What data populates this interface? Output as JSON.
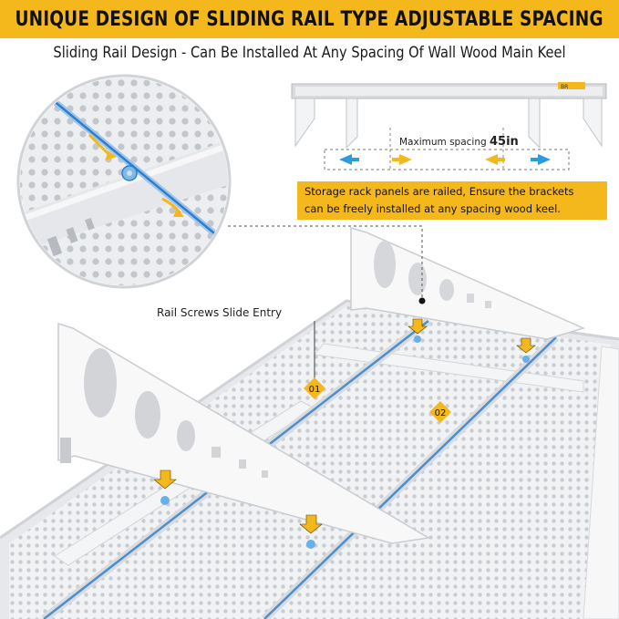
{
  "header": {
    "title": "UNIQUE DESIGN OF SLIDING RAIL TYPE ADJUSTABLE SPACING",
    "subtitle": "Sliding Rail Design - Can Be Installed At Any Spacing Of Wall Wood Main Keel"
  },
  "spacing": {
    "label": "Maximum spacing",
    "value": "45in"
  },
  "callout": {
    "line1": "Storage rack panels are railed, Ensure the brackets",
    "line2": "can be freely installed at any spacing wood keel."
  },
  "annotations": {
    "slide_entry": "Rail Screws Slide Entry",
    "step1": "01",
    "step2": "02"
  },
  "colors": {
    "accent": "#f4b81c",
    "arrow_blue": "#2a9be0",
    "rail_blue": "#4a8fd0"
  }
}
